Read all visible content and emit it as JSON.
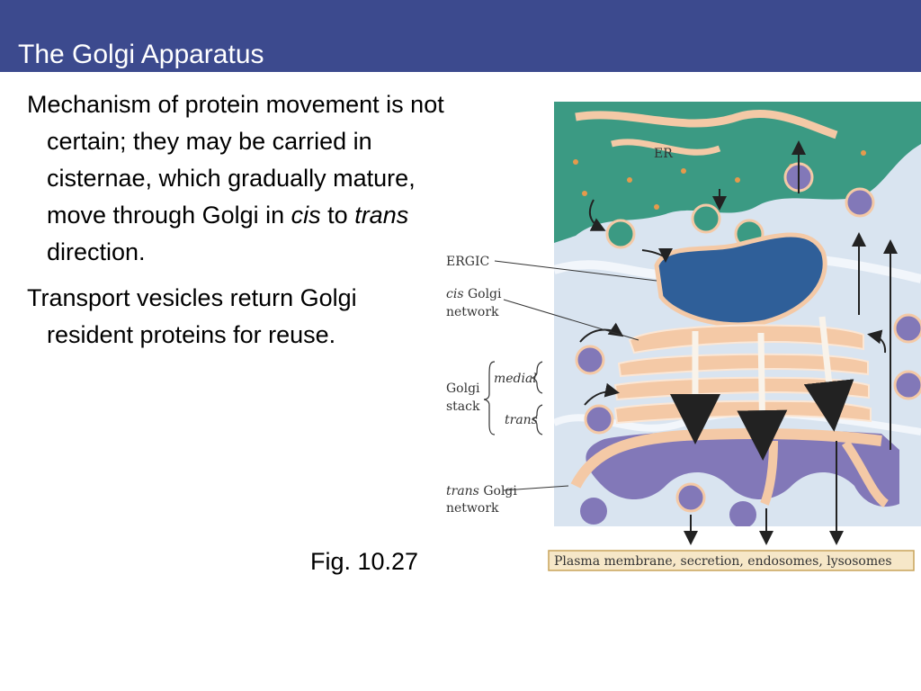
{
  "slide": {
    "title": "The Golgi Apparatus",
    "bullets": [
      {
        "text_parts": [
          "Mechanism of protein movement is not certain; they may be carried in cisternae, which gradually mature, move through Golgi in ",
          "cis",
          " to ",
          "trans",
          " direction."
        ]
      },
      {
        "text": "Transport vesicles return Golgi resident proteins for reuse."
      }
    ],
    "caption": "Fig. 10.27"
  },
  "figure": {
    "labels": {
      "er": "ER",
      "ergic": "ERGIC",
      "cis_golgi_1": "cis",
      "cis_golgi_2": " Golgi",
      "cis_golgi_3": "network",
      "golgi_stack_1": "Golgi",
      "golgi_stack_2": "stack",
      "medial": "medial",
      "trans": "trans",
      "trans_golgi_1": "trans",
      "trans_golgi_2": " Golgi",
      "trans_golgi_3": "network",
      "destinations": "Plasma membrane, secretion, endosomes, lysosomes"
    },
    "colors": {
      "er": "#3b9a83",
      "cytoplasm": "#d9e4f0",
      "cisterna": "#f4c9a6",
      "ergic": "#2f5f99",
      "trans_network": "#8278b8",
      "caption_box": "#f6e7c8"
    }
  }
}
